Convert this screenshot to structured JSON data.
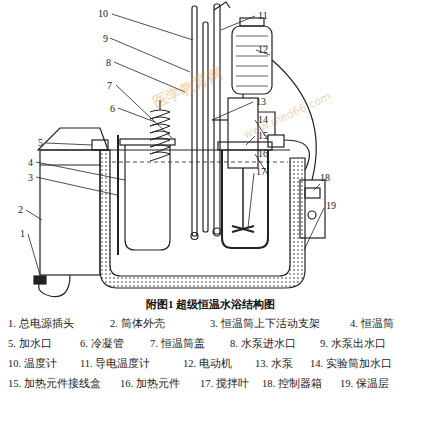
{
  "diagram": {
    "caption": "附图1 超级恒温水浴结构图",
    "labels": [
      "1",
      "2",
      "3",
      "4",
      "5",
      "6",
      "7",
      "8",
      "9",
      "10",
      "11",
      "12",
      "13",
      "14",
      "15",
      "16",
      "17",
      "18",
      "19",
      "1. 总电源插头",
      "2. 筒体外壳",
      "3. 恒温筒上下活动支架",
      "4. 恒温筒",
      "5. 加水口",
      "6. 冷凝管",
      "7. 恒温筒盖",
      "8. 水泵进水口",
      "9. 水泵出水口",
      "10. 温度计",
      "11. 导电温度计",
      "12. 电动机",
      "13. 水泵",
      "14. 实验筒加水口",
      "15. 加热元件接线盒",
      "16. 加热元件",
      "17. 搅拌叶",
      "18. 控制器箱",
      "19. 保温层",
      "医学教育网",
      "www.med66.com"
    ]
  }
}
